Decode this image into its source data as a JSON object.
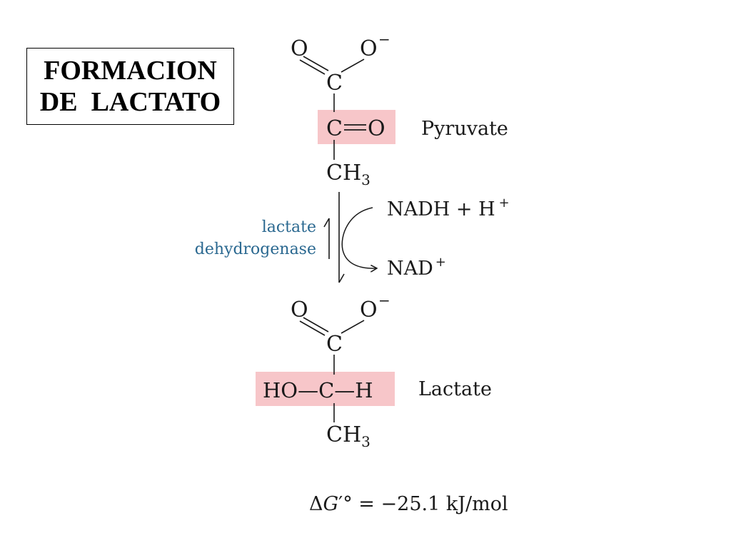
{
  "title": {
    "line1": "FORMACION",
    "line2": "DE  LACTATO"
  },
  "pyruvate": {
    "o_left": "O",
    "o_minus": "O",
    "charge": "−",
    "carbon_top": "C",
    "carbon_mid": "C",
    "double_bond": "=",
    "oxygen": "O",
    "ch": "CH",
    "sub3": "3",
    "name": "Pyruvate"
  },
  "reaction": {
    "enzyme_line1": "lactate",
    "enzyme_line2": "dehydrogenase",
    "cofactor_in": "NADH + H",
    "cofactor_in_sup": "+",
    "cofactor_out": "NAD",
    "cofactor_out_sup": "+"
  },
  "lactate": {
    "o_left": "O",
    "o_minus": "O",
    "charge": "−",
    "carbon_top": "C",
    "middle": "HO—C—H",
    "ch": "CH",
    "sub3": "3",
    "name": "Lactate"
  },
  "energy": {
    "delta": "Δ",
    "g": "G",
    "prime_degree": "′°",
    "equals": " = ",
    "value": "−25.1 kJ/mol"
  },
  "colors": {
    "highlight": "#f7c6c9",
    "enzyme_text": "#2a6890"
  }
}
